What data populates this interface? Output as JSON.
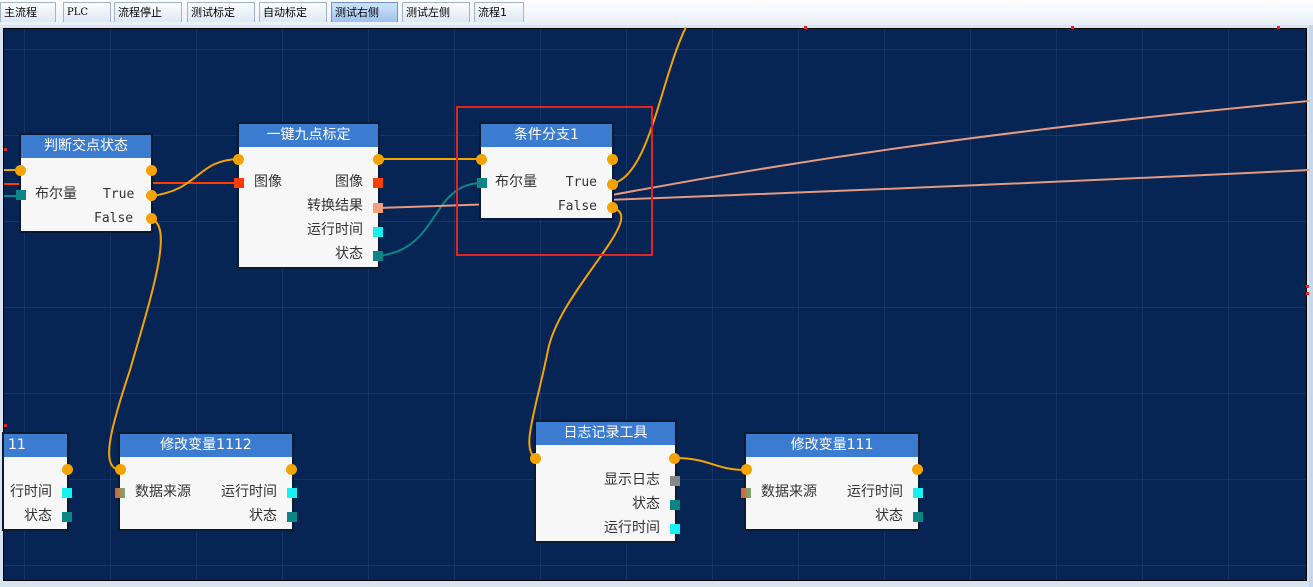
{
  "tabs": [
    {
      "label": "主流程"
    },
    {
      "label": "PLC"
    },
    {
      "label": "流程停止"
    },
    {
      "label": "测试标定"
    },
    {
      "label": "自动标定"
    },
    {
      "label": "测试右侧"
    },
    {
      "label": "测试左侧"
    },
    {
      "label": "流程1"
    }
  ],
  "active_tab": "测试右侧",
  "nodes": {
    "judge": {
      "title": "判断交点状态",
      "in_bool": "布尔量",
      "out_true": "True",
      "out_false": "False"
    },
    "calib": {
      "title": "一键九点标定",
      "in_image": "图像",
      "out_image": "图像",
      "out_result": "转换结果",
      "out_runtime": "运行时间",
      "out_status": "状态"
    },
    "branch": {
      "title": "条件分支1",
      "in_bool": "布尔量",
      "out_true": "True",
      "out_false": "False"
    },
    "left_partial": {
      "title": "11",
      "out_runtime": "行时间",
      "out_status": "状态"
    },
    "modify1112": {
      "title": "修改变量1112",
      "in_source": "数据来源",
      "out_runtime": "运行时间",
      "out_status": "状态"
    },
    "log": {
      "title": "日志记录工具",
      "out_display": "显示日志",
      "out_status": "状态",
      "out_runtime": "运行时间"
    },
    "modify111": {
      "title": "修改变量111",
      "in_source": "数据来源",
      "out_runtime": "运行时间",
      "out_status": "状态"
    }
  },
  "colors": {
    "canvas": "#062454",
    "header": "#3b7bd0",
    "flow_wire": "#f5a300",
    "image_port": "#ff3d00",
    "result_port": "#f2a07b",
    "status_port": "#0b8585",
    "runtime_port": "#16f2f2",
    "selection": "#e32222"
  }
}
